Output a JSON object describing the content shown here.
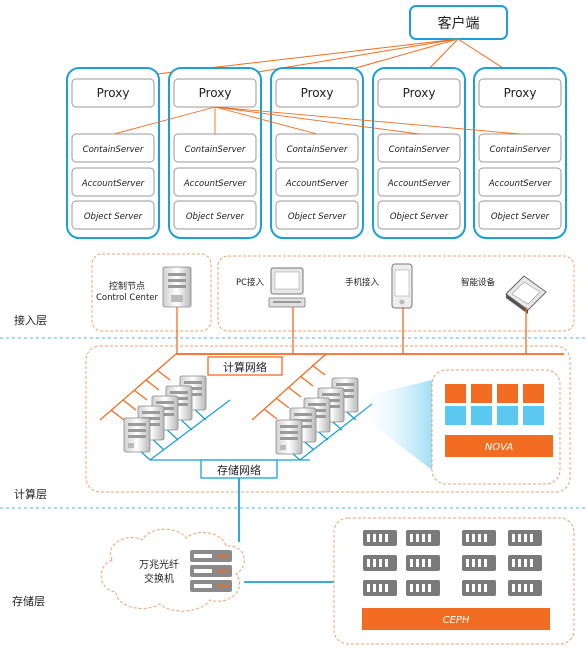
{
  "client": {
    "label": "客户端"
  },
  "proxy_cluster": {
    "proxy_label": "Proxy",
    "contain_label": "ContainServer",
    "account_label": "AccountServer",
    "object_label": "Object Server",
    "count": 5
  },
  "access_layer": {
    "label": "接入层",
    "control_node": {
      "line1": "控制节点",
      "line2": "Control Center"
    },
    "devices": {
      "pc": "PC接入",
      "mobile": "手机接入",
      "smart": "智能设备"
    }
  },
  "compute_layer": {
    "label": "计算层",
    "compute_network": "计算网络",
    "storage_network": "存储网络",
    "nova": "NOVA"
  },
  "storage_layer": {
    "label": "存储层",
    "switch": {
      "line1": "万兆光纤",
      "line2": "交换机"
    },
    "ceph": "CEPH"
  },
  "colors": {
    "orange": "#f26d21",
    "blue": "#1ba1d8",
    "dash": "#f0a070",
    "light_blue_cell": "#5bc8f0",
    "orange_cell": "#f26d21"
  }
}
